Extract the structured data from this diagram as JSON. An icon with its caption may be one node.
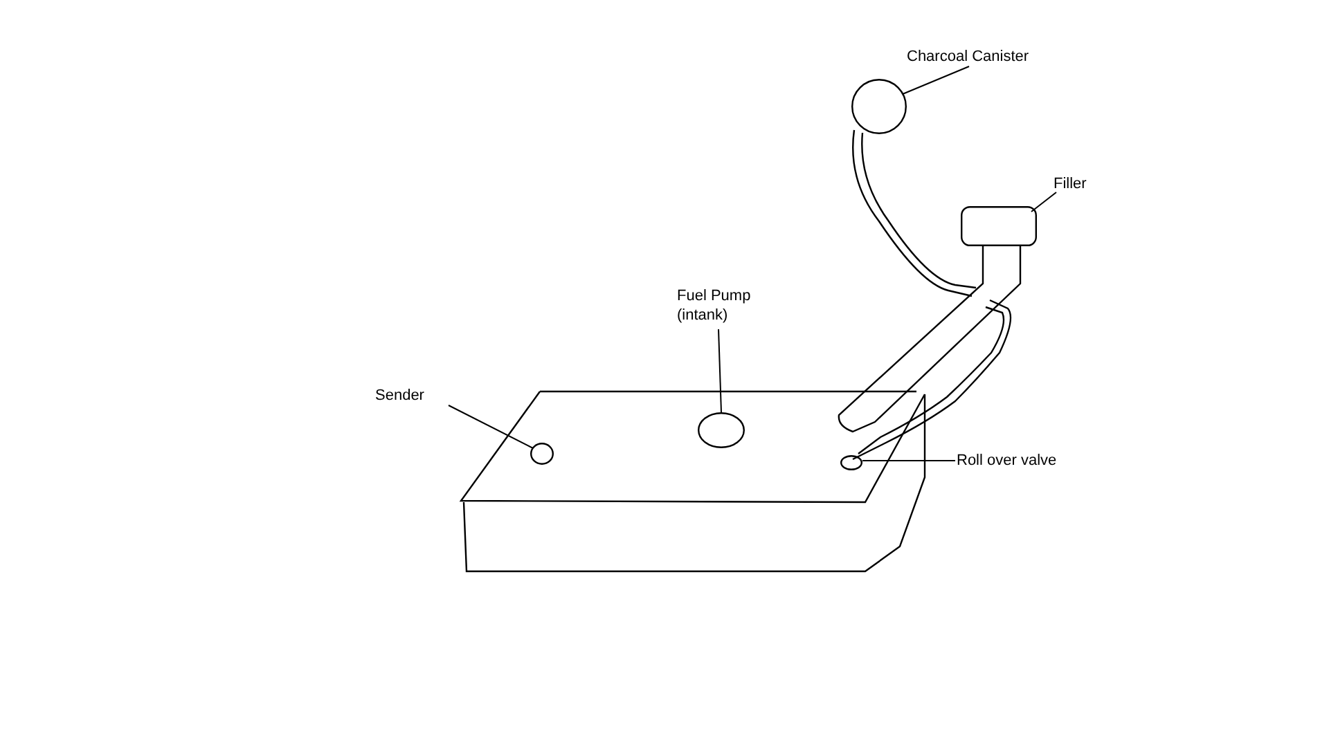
{
  "diagram": {
    "nodes": [
      {
        "text": [
          "Charcoal Canister"
        ]
      },
      {
        "text": [],
        "shape": "circle"
      },
      {
        "text": [
          "Filler"
        ]
      },
      {
        "text": [],
        "shape": "box"
      },
      {
        "text": [
          "Fuel Pump (intank)"
        ]
      },
      {
        "text": [],
        "shape": "circle"
      },
      {
        "text": [
          "Sender"
        ]
      },
      {
        "text": [],
        "shape": "circle"
      },
      {
        "text": [
          "Roll over valve"
        ]
      },
      {
        "text": [],
        "shape": "circle"
      }
    ],
    "edges": [
      {
        "from": 0,
        "to": 1,
        "arrow": "none"
      },
      {
        "from": 2,
        "to": 3,
        "arrow": "none"
      },
      {
        "from": 4,
        "to": 5,
        "arrow": "none"
      },
      {
        "from": 6,
        "to": 7,
        "arrow": "none"
      },
      {
        "from": 8,
        "to": 9,
        "arrow": "none"
      }
    ]
  }
}
